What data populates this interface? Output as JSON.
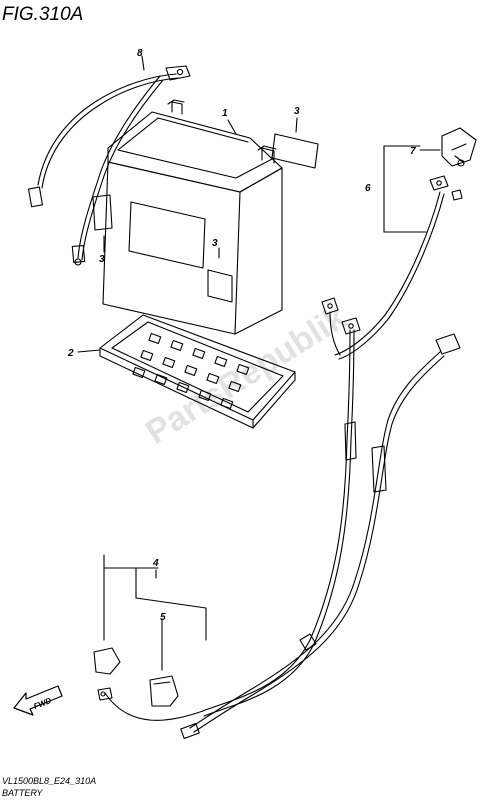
{
  "figure": {
    "title": "FIG.310A"
  },
  "watermark": {
    "text": "PartsRepublik"
  },
  "callouts": {
    "c1": "1",
    "c2": "2",
    "c3a": "3",
    "c3b": "3",
    "c3c": "3",
    "c4": "4",
    "c5": "5",
    "c6": "6",
    "c7": "7",
    "c8": "8"
  },
  "fwd": {
    "label": "FWD"
  },
  "footer": {
    "code": "VL1500BL8_E24_310A",
    "name": "BATTERY"
  }
}
